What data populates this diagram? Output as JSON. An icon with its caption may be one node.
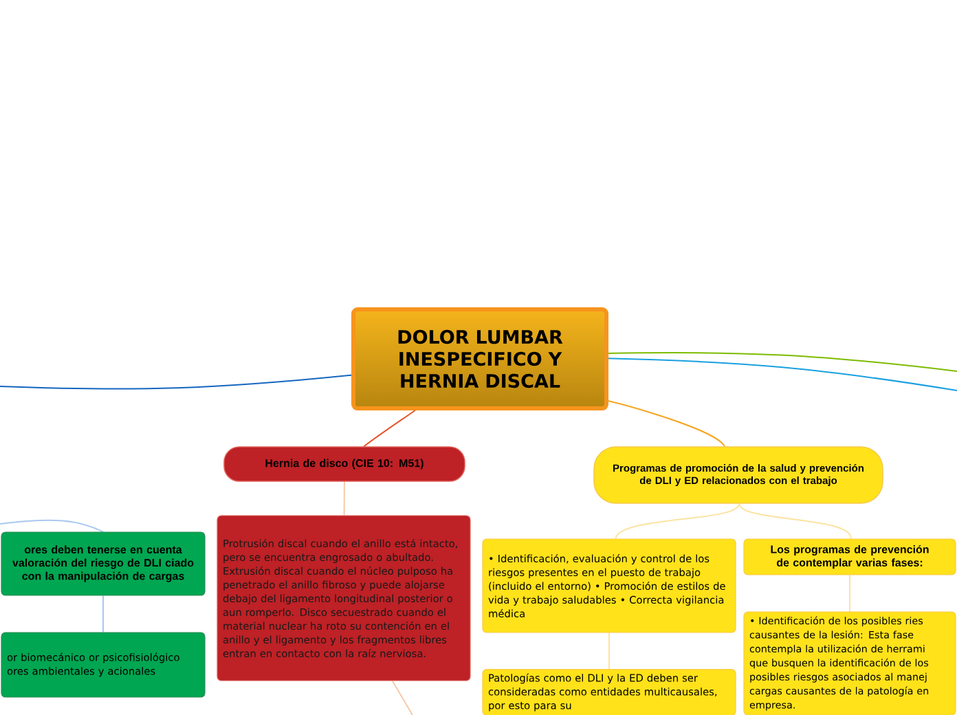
{
  "diagram": {
    "nodes": [
      {
        "text": [
          "DOLOR LUMBAR INESPECIFICO Y HERNIA DISCAL"
        ]
      },
      {
        "text": [
          "Hernia de disco (CIE 10: M51)"
        ]
      },
      {
        "text": [
          "Protrusión discal cuando el anillo está intacto, pero se encuentra engrosado o abultado. Extrusión discal cuando el núcleo pulposo ha penetrado el anillo fibroso y puede alojarse debajo del ligamento longitudinal posterior o aun romperlo. Disco secuestrado cuando el material nuclear ha roto su contención en el anillo y el ligamento y los fragmentos libres entran en contacto con la raíz nerviosa."
        ]
      },
      {
        "text": [
          "Programas de promoción de la salud y prevención de DLI y ED relacionados con el trabajo"
        ]
      },
      {
        "text": [
          "•  Identificación, evaluación y control de los riesgos presentes en el puesto de trabajo (incluido el entorno) •  Promoción de estilos de vida y trabajo saludables •  Correcta vigilancia médica"
        ]
      },
      {
        "text": [
          "Patologías como el DLI y la ED deben ser consideradas como entidades multicausales, por esto para su"
        ]
      },
      {
        "text": [
          "Los programas de prevención de contemplar varias fases:"
        ]
      },
      {
        "text": [
          "•  Identificación de los posibles ries causantes de la lesión: Esta fase contempla la utilización de herrami que busquen la identificación de los posibles riesgos asociados al manej cargas causantes de la patología en empresa."
        ]
      },
      {
        "text": [
          "ores deben tenerse en cuenta valoración del riesgo de DLI ciado con la manipulación de cargas"
        ]
      },
      {
        "text": [
          "or biomecánico or psicofisiológico ores ambientales y acionales"
        ]
      }
    ],
    "edges": [
      {
        "from": 0,
        "to": 1,
        "arrow": "none",
        "color": "#e8552a"
      },
      {
        "from": 0,
        "to": 3,
        "arrow": "none",
        "color": "#f5a623"
      },
      {
        "from": 1,
        "to": 2,
        "arrow": "none",
        "color": "#f9c9a8"
      },
      {
        "from": 2,
        "to": null,
        "arrow": "none",
        "color": "#f9c9a8"
      },
      {
        "from": 3,
        "to": 4,
        "arrow": "none",
        "color": "#fbe3a0"
      },
      {
        "from": 3,
        "to": 6,
        "arrow": "none",
        "color": "#fbe3a0"
      },
      {
        "from": 4,
        "to": 5,
        "arrow": "none",
        "color": "#fbe3a0"
      },
      {
        "from": 6,
        "to": 7,
        "arrow": "none",
        "color": "#fbe3a0"
      },
      {
        "from": 0,
        "to": null,
        "arrow": "none",
        "color": "#1565c0"
      },
      {
        "from": 0,
        "to": null,
        "arrow": "none",
        "color": "#7cbb00"
      },
      {
        "from": 0,
        "to": null,
        "arrow": "none",
        "color": "#1aa0e0"
      },
      {
        "from": null,
        "to": 8,
        "arrow": "none",
        "color": "#a8c8f0"
      },
      {
        "from": 8,
        "to": 9,
        "arrow": "none",
        "color": "#a8c8f0"
      }
    ]
  }
}
